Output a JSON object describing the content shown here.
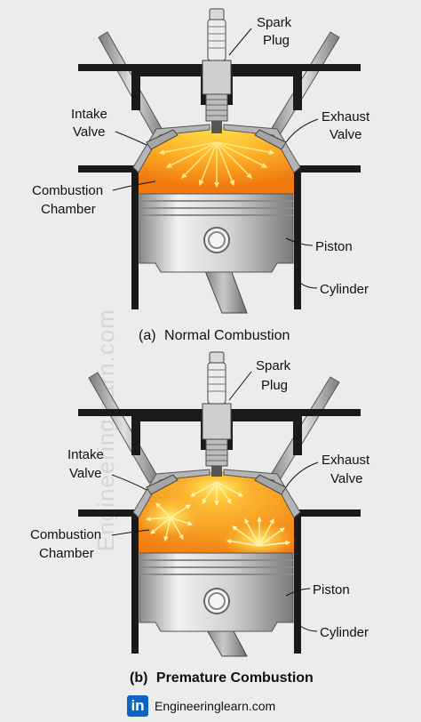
{
  "watermark": "Engineeringlearn.com",
  "diagrams": [
    {
      "caption_prefix": "(a)",
      "caption_text": "Normal Combustion",
      "labels": {
        "spark_plug_line1": "Spark",
        "spark_plug_line2": "Plug",
        "intake_line1": "Intake",
        "intake_line2": "Valve",
        "exhaust_line1": "Exhaust",
        "exhaust_line2": "Valve",
        "chamber_line1": "Combustion",
        "chamber_line2": "Chamber",
        "piston": "Piston",
        "cylinder": "Cylinder"
      }
    },
    {
      "caption_prefix": "(b)",
      "caption_text": "Premature Combustion",
      "labels": {
        "spark_plug_line1": "Spark",
        "spark_plug_line2": "Plug",
        "intake_line1": "Intake",
        "intake_line2": "Valve",
        "exhaust_line1": "Exhaust",
        "exhaust_line2": "Valve",
        "chamber_line1": "Combustion",
        "chamber_line2": "Chamber",
        "piston": "Piston",
        "cylinder": "Cylinder"
      }
    }
  ],
  "footer": {
    "logo_text": "in",
    "site": "Engineeringlearn.com"
  },
  "colors": {
    "background": "#ececec",
    "flame_core": "#ffd23a",
    "flame_edge": "#f07a10",
    "arrow": "#ffe680",
    "metal": "#b9b9b9",
    "block": "#1a1a1a",
    "linkedin": "#0a66c2"
  }
}
